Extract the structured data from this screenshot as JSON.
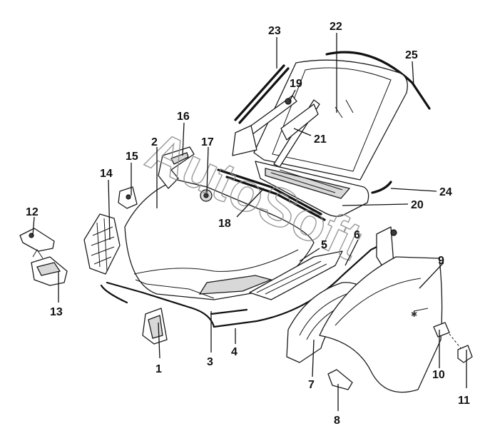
{
  "watermark": "AutoSoft",
  "callouts": {
    "c1": "1",
    "c2": "2",
    "c3": "3",
    "c4": "4",
    "c5": "5",
    "c6": "6",
    "c7": "7",
    "c8": "8",
    "c9": "9",
    "c10": "10",
    "c11": "11",
    "c12": "12",
    "c13": "13",
    "c14": "14",
    "c15": "15",
    "c16": "16",
    "c17": "17",
    "c18": "18",
    "c19": "19",
    "c20": "20",
    "c21": "21",
    "c22": "22",
    "c23": "23",
    "c24": "24",
    "c25": "25"
  }
}
